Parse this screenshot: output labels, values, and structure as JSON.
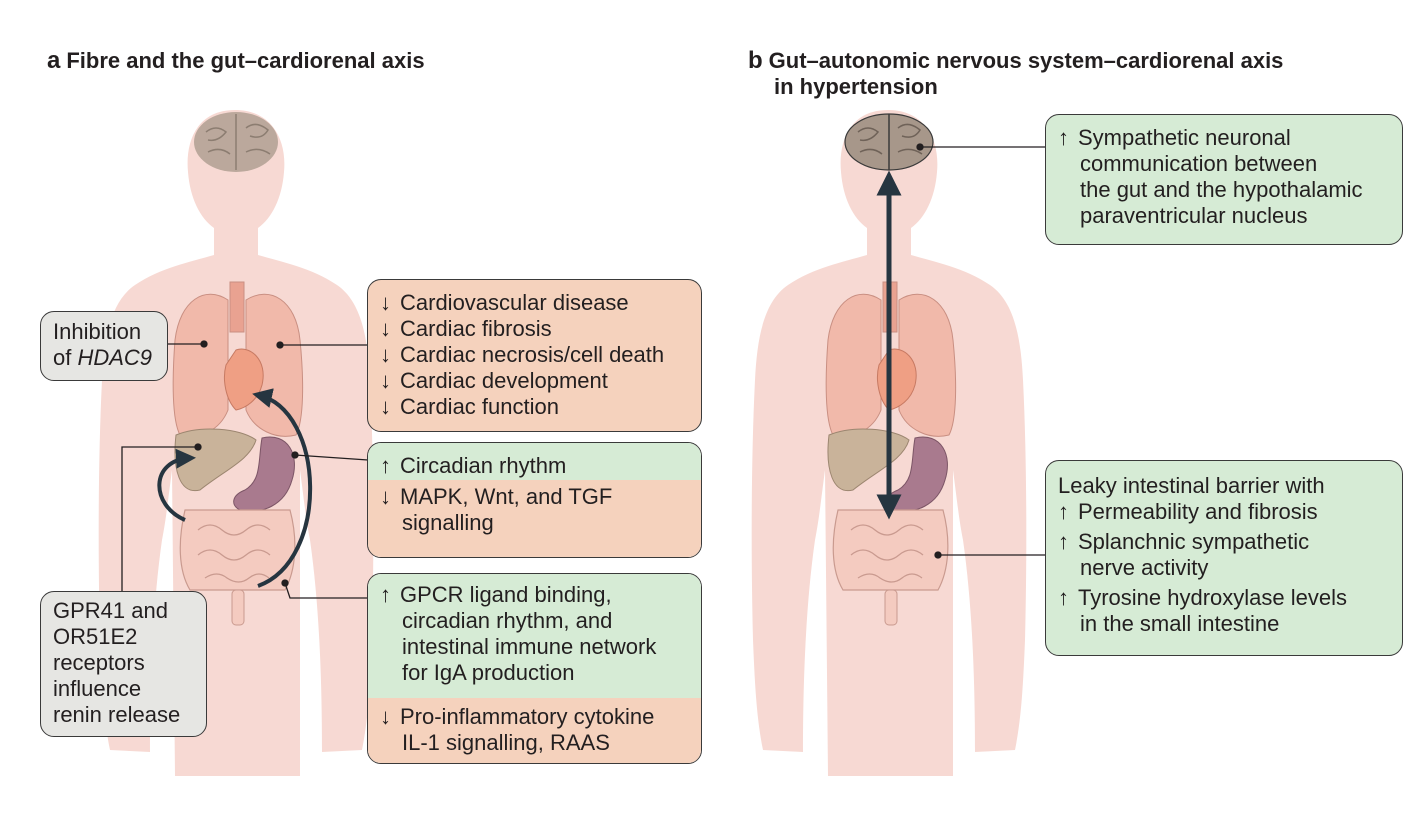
{
  "panel_a": {
    "letter": "a",
    "title": "Fibre and the gut–cardiorenal axis",
    "hdac_box": {
      "line1": "Inhibition",
      "line2_prefix": "of ",
      "line2_italic": "HDAC9"
    },
    "cardio_box": [
      {
        "arrow": "↓",
        "text": "Cardiovascular disease"
      },
      {
        "arrow": "↓",
        "text": "Cardiac fibrosis"
      },
      {
        "arrow": "↓",
        "text": "Cardiac necrosis/cell death"
      },
      {
        "arrow": "↓",
        "text": "Cardiac development"
      },
      {
        "arrow": "↓",
        "text": "Cardiac function"
      }
    ],
    "circadian_box": {
      "up": {
        "arrow": "↑",
        "text": "Circadian rhythm"
      },
      "down": {
        "arrow": "↓",
        "line1": "MAPK, Wnt, and TGF",
        "line2": "signalling"
      }
    },
    "gpcr_box": {
      "up": {
        "arrow": "↑",
        "line1": "GPCR ligand binding,",
        "line2": "circadian rhythm, and",
        "line3": "intestinal immune network",
        "line4": "for IgA production"
      },
      "down": {
        "arrow": "↓",
        "line1": "Pro-inflammatory cytokine",
        "line2": "IL-1 signalling, RAAS"
      }
    },
    "receptor_box": [
      "GPR41 and",
      "OR51E2",
      "receptors",
      "influence",
      "renin release"
    ]
  },
  "panel_b": {
    "letter": "b",
    "title_line1": "Gut–autonomic nervous system–cardiorenal axis",
    "title_line2": "in hypertension",
    "sympathetic_box": {
      "arrow": "↑",
      "line1": "Sympathetic neuronal",
      "line2": "communication between",
      "line3": "the gut and the hypothalamic",
      "line4": "paraventricular nucleus"
    },
    "leaky_box": {
      "header": "Leaky intestinal barrier with",
      "items": [
        {
          "arrow": "↑",
          "line1": "Permeability and fibrosis",
          "line2": ""
        },
        {
          "arrow": "↑",
          "line1": "Splanchnic sympathetic",
          "line2": "nerve activity"
        },
        {
          "arrow": "↑",
          "line1": "Tyrosine hydroxylase levels",
          "line2": "in the small intestine"
        }
      ]
    }
  },
  "colors": {
    "body": "#f7d9d3",
    "brain": "#a7978a",
    "lung": "#f1b9aa",
    "heart": "#ef9f84",
    "liver": "#c9b39a",
    "stomach": "#a97a8e",
    "intestine": "#f4cbc0",
    "grey_box": "#e6e6e3",
    "salmon_box": "#f5d2bd",
    "green_box": "#d6ebd5",
    "arrow": "#263540"
  }
}
